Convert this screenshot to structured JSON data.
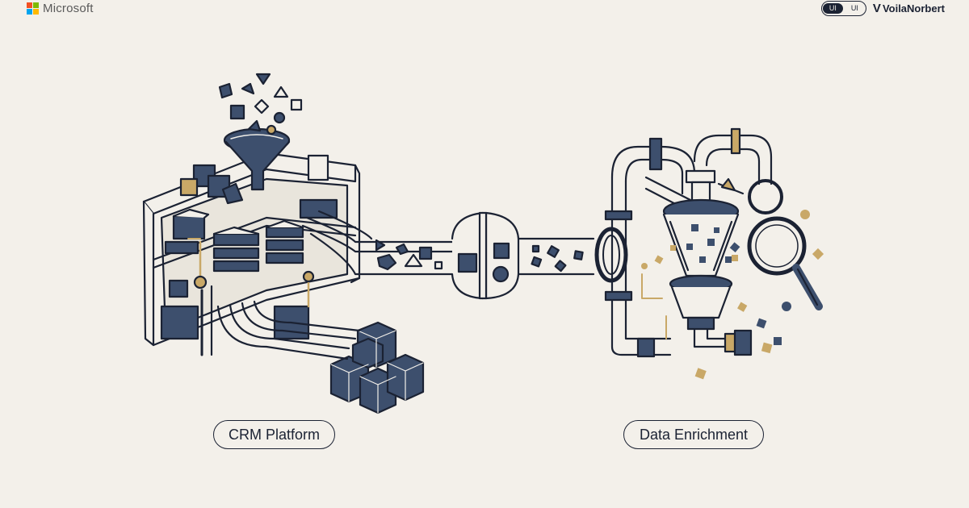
{
  "header": {
    "microsoft_label": "Microsoft",
    "toggle_left": "UI",
    "toggle_right": "UI",
    "voilanorbert_label": "VoilaNorbert",
    "voilanorbert_mark": "V"
  },
  "labels": {
    "crm": "CRM Platform",
    "enrichment": "Data Enrichment"
  },
  "colors": {
    "background": "#f3f0ea",
    "ink": "#1b2233",
    "navy": "#3d4f6d",
    "gold": "#c9a867",
    "ms_red": "#f25022",
    "ms_green": "#7fba00",
    "ms_blue": "#00a4ef",
    "ms_yellow": "#ffb900"
  },
  "icons": [
    "microsoft-logo-icon",
    "voilanorbert-v-icon",
    "funnel-icon",
    "magnifier-icon",
    "pipe-icon",
    "gear-disk-icon"
  ]
}
